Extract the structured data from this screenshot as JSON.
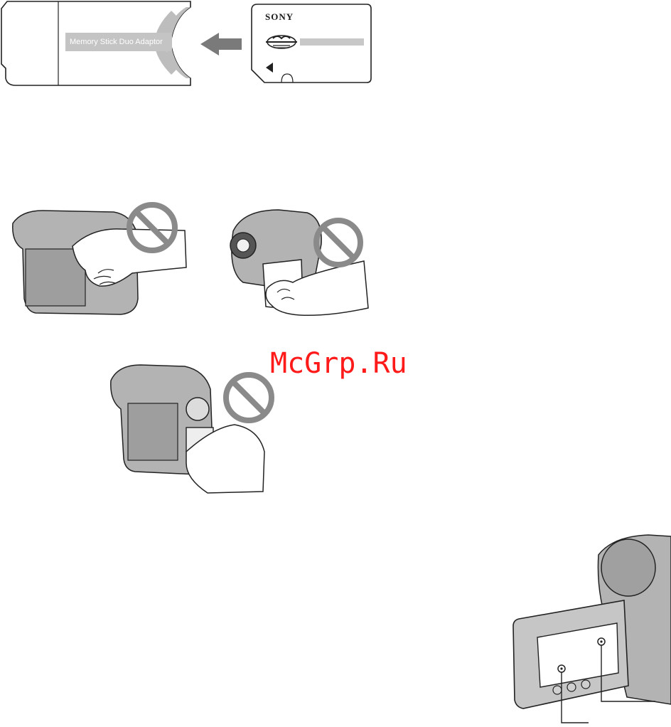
{
  "adaptor": {
    "label": "Memory Stick Duo Adaptor"
  },
  "memory_stick": {
    "brand": "SONY"
  },
  "watermark": {
    "text": "McGrp.Ru"
  },
  "colors": {
    "prohibit_gray": "#8a8a8a",
    "watermark_red": "#ff1a1a",
    "body_gray": "#a9a9a9",
    "line_dark": "#222222"
  }
}
